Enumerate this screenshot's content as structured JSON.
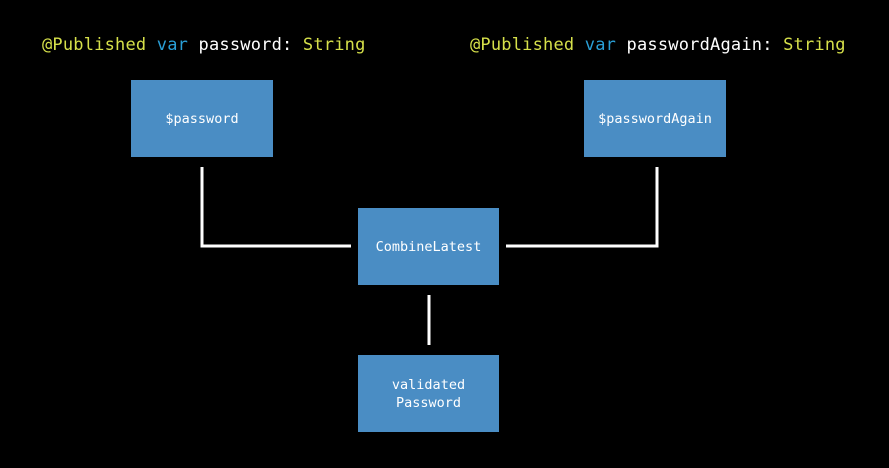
{
  "declarations": {
    "left": {
      "attribute": "@Published",
      "keyword": "var",
      "name": "password",
      "colon": ":",
      "type": "String"
    },
    "right": {
      "attribute": "@Published",
      "keyword": "var",
      "name": "passwordAgain",
      "colon": ":",
      "type": "String"
    }
  },
  "nodes": {
    "password": "$password",
    "password_again": "$passwordAgain",
    "combine": "CombineLatest",
    "validated": "validated\nPassword"
  },
  "colors": {
    "background": "#000000",
    "node_fill": "#4a8dc4",
    "attribute": "#d6e04a",
    "keyword": "#2a9fd6",
    "connector": "#ffffff"
  }
}
